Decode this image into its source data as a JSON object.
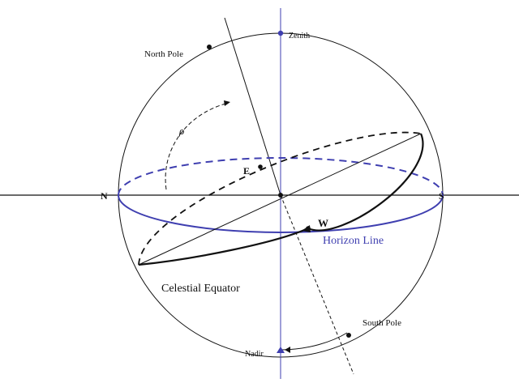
{
  "labels": {
    "north_pole": "North Pole",
    "south_pole": "South Pole",
    "zenith": "Zenith",
    "nadir": "Nadir",
    "north": "N",
    "south": "S",
    "east": "E",
    "west": "W",
    "angle": "ρ",
    "celestial_equator": "Celestial Equator",
    "horizon_line": "Horizon Line"
  },
  "colors": {
    "ink": "#111111",
    "horizon": "#3f3fb0",
    "background": "#ffffff"
  }
}
